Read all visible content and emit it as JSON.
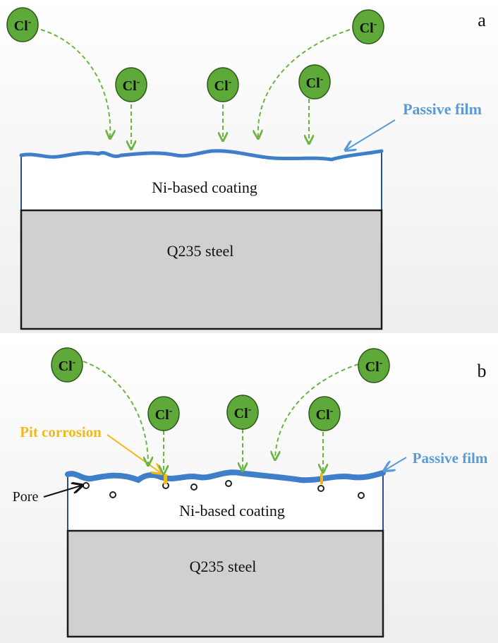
{
  "panels": {
    "a": {
      "letter": "a",
      "ion_label": "Cl",
      "ion_charge": "-",
      "passive_film_label": "Passive film",
      "coating_label": "Ni-based coating",
      "substrate_label": "Q235 steel"
    },
    "b": {
      "letter": "b",
      "ion_label": "Cl",
      "ion_charge": "-",
      "passive_film_label": "Passive film",
      "pit_label": "Pit corrosion",
      "pore_label": "Pore",
      "coating_label": "Ni-based coating",
      "substrate_label": "Q235 steel"
    }
  },
  "colors": {
    "ion_fill": "#5fa83a",
    "ion_stroke": "#2d5a1a",
    "arrow_green": "#6cb543",
    "passive_film": "#3f7fc9",
    "passive_label": "#5b9bd5",
    "pit_label": "#f2b81b",
    "substrate_fill": "#d1cfcf",
    "outline": "#1b1b1b",
    "coating_side": "#2a4f8f"
  }
}
